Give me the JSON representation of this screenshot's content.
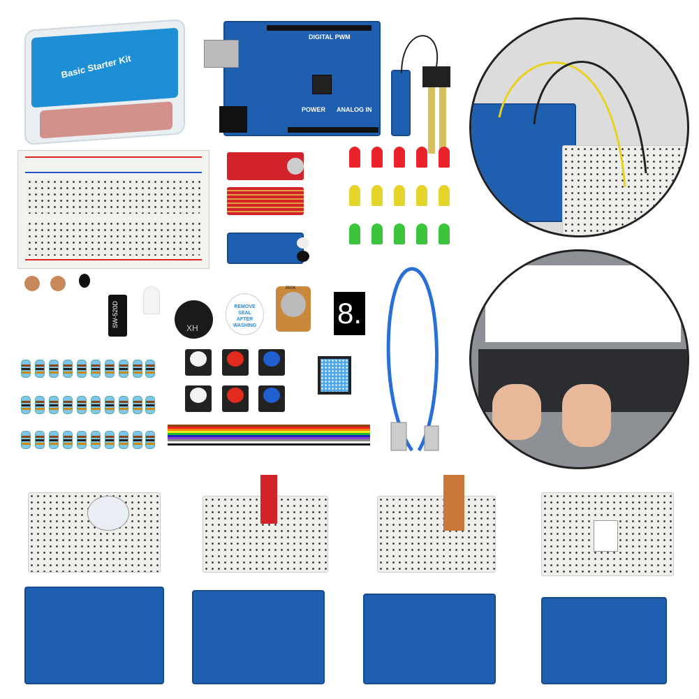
{
  "kit_box": {
    "title": "Basic Starter Kit"
  },
  "uno_board": {
    "digital_label": "DIGITAL PWM",
    "power_label": "POWER",
    "analog_label": "ANALOG IN"
  },
  "components": {
    "tilt_switch_label": "SW-520D",
    "buzzer_label": "XH",
    "buzzer_seal_text": "REMOVE SEAL AFTER WASHING",
    "potentiometer_label": "B50K",
    "seven_segment_digit": "8."
  },
  "colors": {
    "board_blue": "#1f5fb0",
    "led_red": "#e8242a",
    "led_yellow": "#e3d52a",
    "led_green": "#3cc43c",
    "cable_blue": "#2a6fd6"
  }
}
